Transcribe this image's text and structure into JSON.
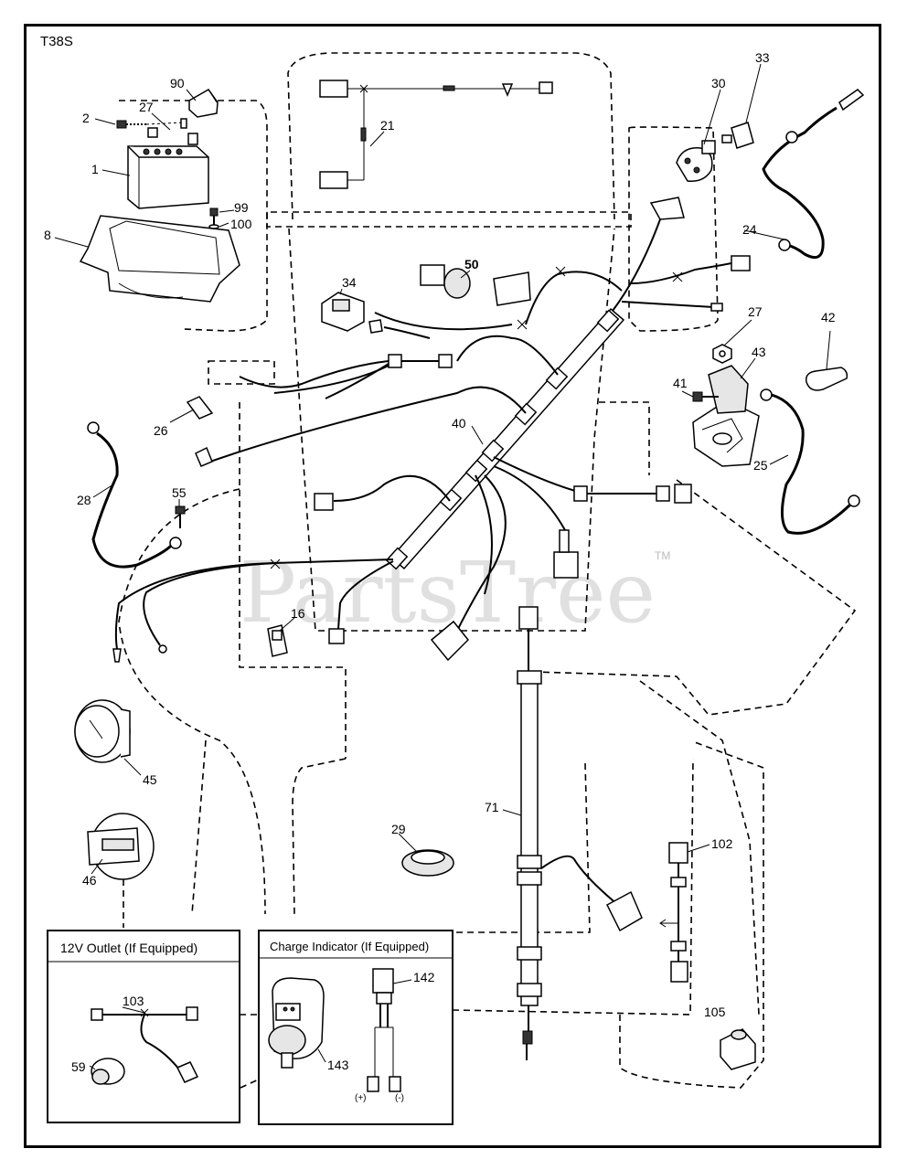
{
  "model_code": "T38S",
  "watermark": "PartsTree",
  "watermark_tm": "TM",
  "parts": {
    "p90": "90",
    "p2": "2",
    "p27a": "27",
    "p1": "1",
    "p99": "99",
    "p100": "100",
    "p8": "8",
    "p21": "21",
    "p34": "34",
    "p50": "50",
    "p30": "30",
    "p33": "33",
    "p24": "24",
    "p27b": "27",
    "p42": "42",
    "p43": "43",
    "p41": "41",
    "p25": "25",
    "p26": "26",
    "p40": "40",
    "p28": "28",
    "p55": "55",
    "p16": "16",
    "p45": "45",
    "p46": "46",
    "p29": "29",
    "p71": "71",
    "p102": "102",
    "p105": "105",
    "p103": "103",
    "p59": "59",
    "p142": "142",
    "p143": "143"
  },
  "insets": {
    "outlet_title": "12V Outlet (If Equipped)",
    "charge_title": "Charge Indicator (If Equipped)",
    "plus_label": "(+)",
    "minus_label": "(-)"
  }
}
